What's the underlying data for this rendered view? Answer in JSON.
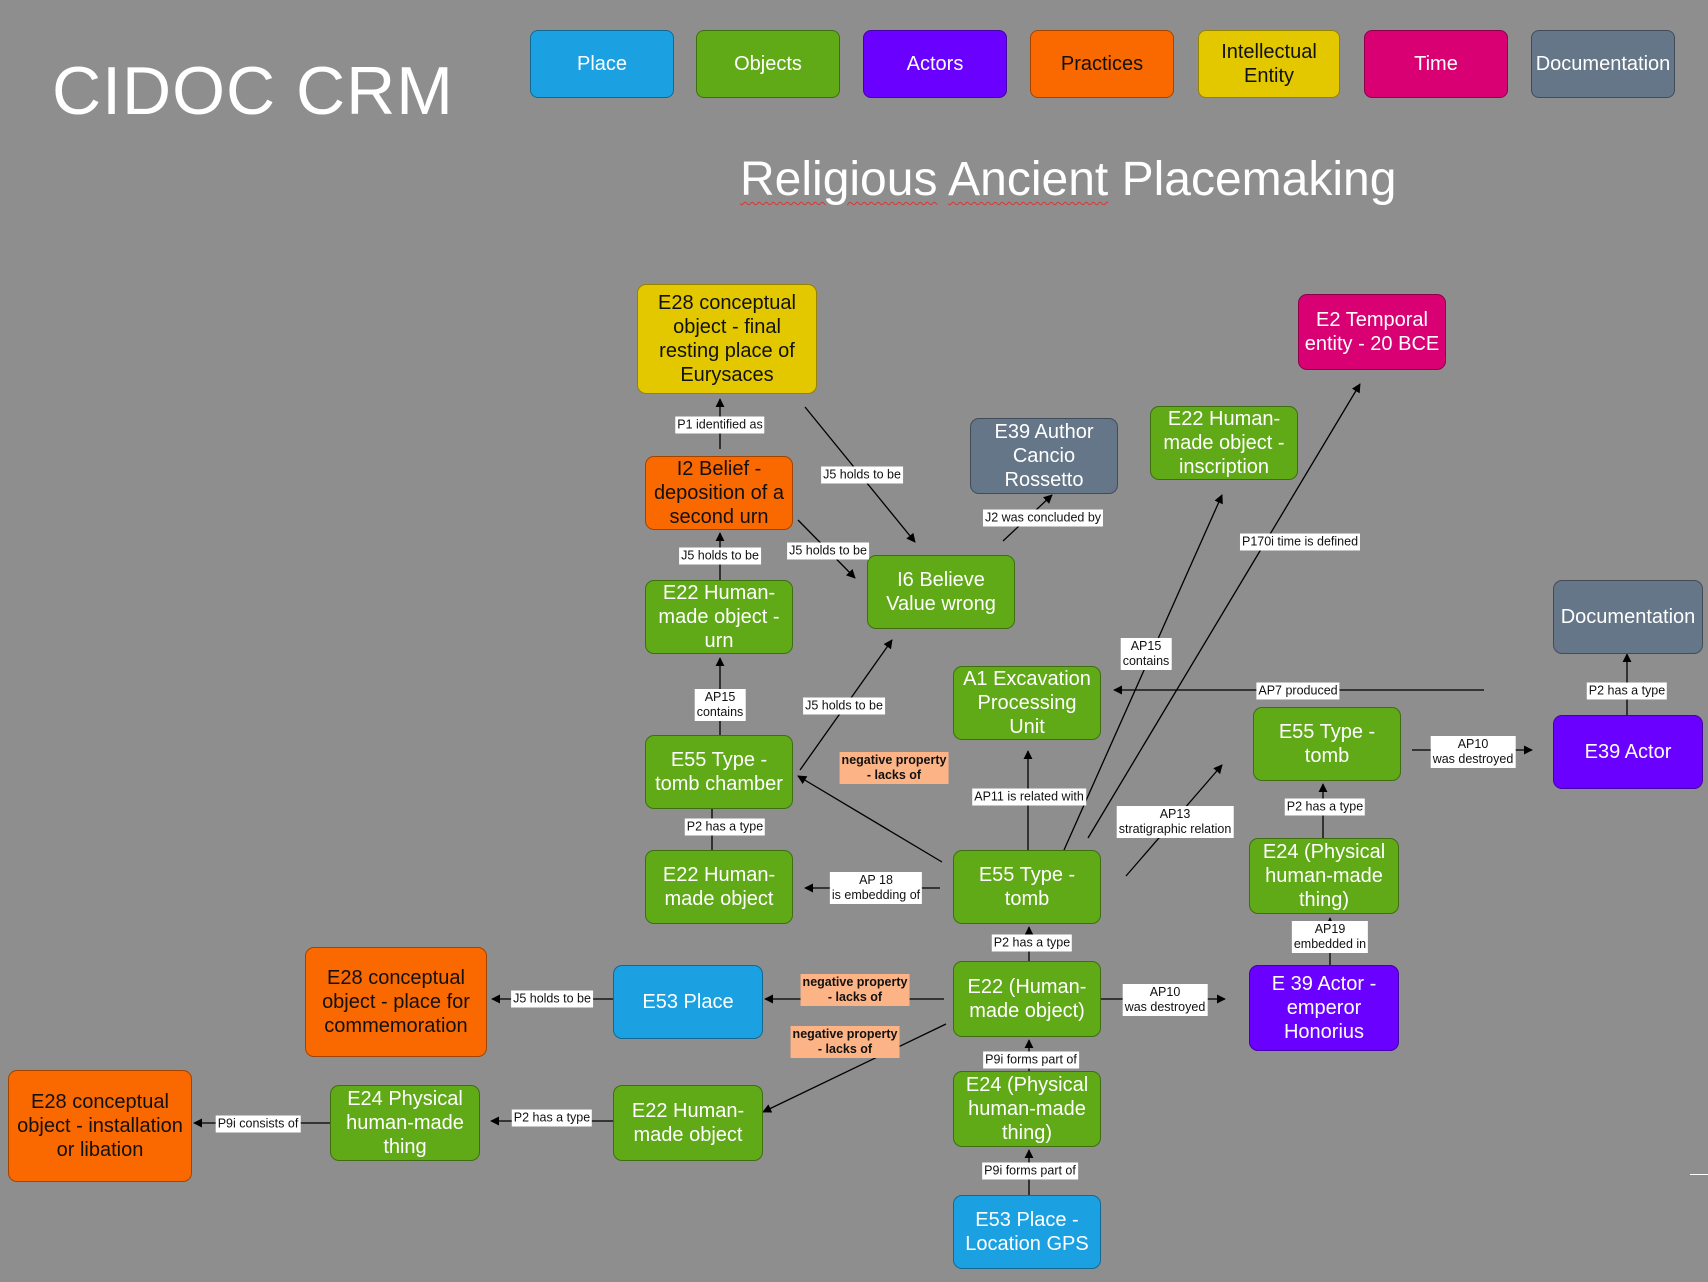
{
  "header": {
    "app_title": "CIDOC CRM",
    "diagram_title_w1": "Religious",
    "diagram_title_w2": "Ancient",
    "diagram_title_w3": "Placemaking"
  },
  "colors": {
    "place": "#1ba1e2",
    "objects": "#60a917",
    "actors": "#6a00ff",
    "practices": "#fa6800",
    "intellectual": "#e3c800",
    "time": "#d80073",
    "documentation": "#647687",
    "negative": "#fcb385"
  },
  "legend": [
    {
      "label": "Place",
      "color": "#1ba1e2",
      "text_color": "#ffffff"
    },
    {
      "label": "Objects",
      "color": "#60a917",
      "text_color": "#ffffff"
    },
    {
      "label": "Actors",
      "color": "#6a00ff",
      "text_color": "#ffffff"
    },
    {
      "label": "Practices",
      "color": "#fa6800",
      "text_color": "#111111"
    },
    {
      "label": "Intellectual Entity",
      "color": "#e3c800",
      "text_color": "#111111"
    },
    {
      "label": "Time",
      "color": "#d80073",
      "text_color": "#ffffff"
    },
    {
      "label": "Documentation",
      "color": "#647687",
      "text_color": "#ffffff"
    }
  ],
  "nodes": [
    {
      "id": "e28_final",
      "label": "E28 conceptual object - final resting place of Eurysaces",
      "category": "intellectual"
    },
    {
      "id": "i2_belief",
      "label": "I2 Belief - deposition of a second urn",
      "category": "practices"
    },
    {
      "id": "e22_urn",
      "label": "E22 Human-made object - urn",
      "category": "objects"
    },
    {
      "id": "e55_chamber",
      "label": "E55 Type - tomb chamber",
      "category": "objects"
    },
    {
      "id": "e22_obj_a",
      "label": "E22 Human-made object",
      "category": "objects"
    },
    {
      "id": "i6_believe",
      "label": "I6 Believe Value wrong",
      "category": "objects"
    },
    {
      "id": "e39_author",
      "label": "E39 Author Cancio Rossetto",
      "category": "documentation"
    },
    {
      "id": "e22_inscription",
      "label": "E22 Human-made object - inscription",
      "category": "objects"
    },
    {
      "id": "e2_temporal",
      "label": "E2 Temporal entity - 20 BCE",
      "category": "time"
    },
    {
      "id": "a1_excavation",
      "label": "A1 Excavation Processing Unit",
      "category": "objects"
    },
    {
      "id": "e55_tomb_c",
      "label": "E55 Type - tomb",
      "category": "objects"
    },
    {
      "id": "e55_tomb_r",
      "label": "E55 Type - tomb",
      "category": "objects"
    },
    {
      "id": "doc_box",
      "label": "Documentation",
      "category": "documentation"
    },
    {
      "id": "e39_actor",
      "label": "E39 Actor",
      "category": "actors"
    },
    {
      "id": "e24_r",
      "label": "E24 (Physical human-made thing)",
      "category": "objects"
    },
    {
      "id": "e39_honorius",
      "label": "E 39 Actor - emperor Honorius",
      "category": "actors"
    },
    {
      "id": "e22_center",
      "label": "E22 (Human-made object)",
      "category": "objects"
    },
    {
      "id": "e24_center",
      "label": "E24 (Physical human-made thing)",
      "category": "objects"
    },
    {
      "id": "e53_gps",
      "label": "E53 Place - Location GPS",
      "category": "place"
    },
    {
      "id": "e53_place",
      "label": "E53 Place",
      "category": "place"
    },
    {
      "id": "e28_commem",
      "label": "E28 conceptual object - place for commemoration",
      "category": "practices"
    },
    {
      "id": "e22_obj_b",
      "label": "E22 Human-made object",
      "category": "objects"
    },
    {
      "id": "e24_left",
      "label": "E24 Physical human-made thing",
      "category": "objects"
    },
    {
      "id": "e28_libation",
      "label": "E28 conceptual object - installation or libation",
      "category": "practices"
    }
  ],
  "edges": [
    {
      "from": "i2_belief",
      "to": "e28_final",
      "label": "P1 identified as"
    },
    {
      "from": "e22_urn",
      "to": "i2_belief",
      "label": "J5 holds to be"
    },
    {
      "from": "e55_chamber",
      "to": "e22_urn",
      "label": "AP15\ncontains"
    },
    {
      "from": "e22_obj_a",
      "to": "e55_chamber",
      "label": "P2 has a type"
    },
    {
      "from": "e28_final",
      "to": "i6_believe",
      "label": "J5 holds to be"
    },
    {
      "from": "i2_belief",
      "to": "i6_believe",
      "label": "J5 holds to be"
    },
    {
      "from": "e55_chamber",
      "to": "i6_believe",
      "label": "J5 holds to be"
    },
    {
      "from": "i6_believe",
      "to": "e39_author",
      "label": "J2 was concluded by"
    },
    {
      "from": "e55_tomb_c",
      "to": "e55_chamber",
      "label": "negative property\n- lacks of",
      "negative": true
    },
    {
      "from": "e55_tomb_c",
      "to": "e22_obj_a",
      "label": "AP 18\nis embedding of"
    },
    {
      "from": "e55_tomb_c",
      "to": "a1_excavation",
      "label": "AP11 is related with"
    },
    {
      "from": "e55_tomb_c",
      "to": "e22_inscription",
      "label": "AP15\ncontains"
    },
    {
      "from": "e55_tomb_c",
      "to": "e2_temporal",
      "label": "P170i time is defined"
    },
    {
      "from": "e55_tomb_c",
      "to": "e55_tomb_r",
      "label": "AP13\nstratigraphic relation"
    },
    {
      "from": "doc_box",
      "to": "a1_excavation",
      "label": "AP7 produced"
    },
    {
      "from": "e39_actor",
      "to": "doc_box",
      "label": "P2 has a type"
    },
    {
      "from": "e55_tomb_r",
      "to": "e39_actor",
      "label": "AP10\nwas destroyed"
    },
    {
      "from": "e24_r",
      "to": "e55_tomb_r",
      "label": "P2 has a type"
    },
    {
      "from": "e39_honorius",
      "to": "e24_r",
      "label": "AP19\nembedded in"
    },
    {
      "from": "e22_center",
      "to": "e55_tomb_c",
      "label": "P2 has a type"
    },
    {
      "from": "e22_center",
      "to": "e39_honorius",
      "label": "AP10\nwas destroyed"
    },
    {
      "from": "e24_center",
      "to": "e22_center",
      "label": "P9i forms part of"
    },
    {
      "from": "e53_gps",
      "to": "e24_center",
      "label": "P9i forms part of"
    },
    {
      "from": "e22_center",
      "to": "e53_place",
      "label": "negative property\n- lacks of",
      "negative": true
    },
    {
      "from": "e53_place",
      "to": "e28_commem",
      "label": "J5 holds to be"
    },
    {
      "from": "e22_center",
      "to": "e22_obj_b",
      "label": "negative property\n- lacks of",
      "negative": true
    },
    {
      "from": "e22_obj_b",
      "to": "e24_left",
      "label": "P2 has a type"
    },
    {
      "from": "e24_left",
      "to": "e28_libation",
      "label": "P9i consists of"
    }
  ]
}
